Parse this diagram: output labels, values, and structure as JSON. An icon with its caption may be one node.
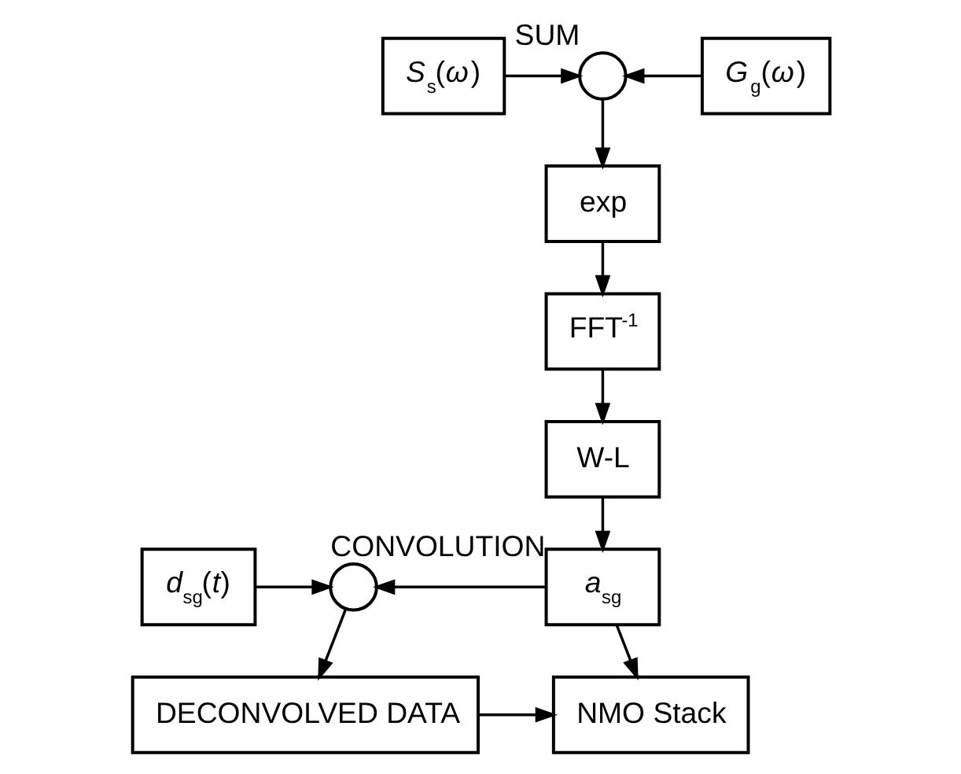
{
  "diagram": {
    "nodes": [
      {
        "text": [
          "*S*$_{s}$(*ω*)"
        ]
      },
      {
        "text": [
          "SUM"
        ]
      },
      {
        "text": [
          "*G*$_{g}$(*ω*)"
        ]
      },
      {
        "text": [
          "exp"
        ]
      },
      {
        "text": [
          "FFT$^{-1}$"
        ]
      },
      {
        "text": [
          "W-L"
        ]
      },
      {
        "text": [
          "*d*$_{sg}$(*t*)"
        ]
      },
      {
        "text": [
          "CONVOLUTION"
        ]
      },
      {
        "text": [
          "*a*$_{sg}$"
        ]
      },
      {
        "text": [
          "DECONVOLVED DATA"
        ]
      },
      {
        "text": [
          "NMO Stack"
        ]
      }
    ],
    "edges": [
      {
        "from": 0,
        "to": 1,
        "arrow": "to"
      },
      {
        "from": 2,
        "to": 1,
        "arrow": "to"
      },
      {
        "from": 1,
        "to": 3,
        "arrow": "to"
      },
      {
        "from": 3,
        "to": 4,
        "arrow": "to"
      },
      {
        "from": 4,
        "to": 5,
        "arrow": "to"
      },
      {
        "from": 5,
        "to": 8,
        "arrow": "to"
      },
      {
        "from": 8,
        "to": 7,
        "arrow": "to"
      },
      {
        "from": 6,
        "to": 7,
        "arrow": "to"
      },
      {
        "from": 7,
        "to": 9,
        "arrow": "to"
      },
      {
        "from": 8,
        "to": 10,
        "arrow": "to"
      },
      {
        "from": 9,
        "to": 10,
        "arrow": "to"
      }
    ]
  }
}
